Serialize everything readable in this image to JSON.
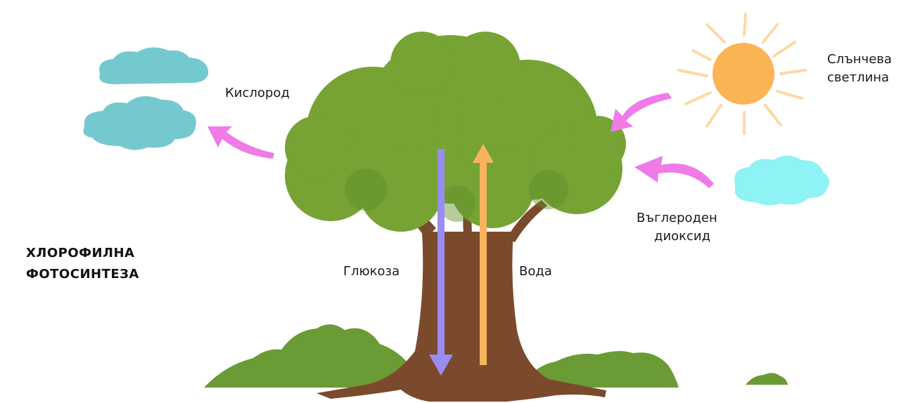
{
  "diagram": {
    "title_lines": [
      "ХЛОРОФИЛНА",
      "ФОТОСИНТЕЗА"
    ],
    "labels": {
      "oxygen": "Кислород",
      "sunlight_line1": "Слънчева",
      "sunlight_line2": "светлина",
      "co2_line1": "Въглероден",
      "co2_line2": "диоксид",
      "glucose": "Глюкоза",
      "water": "Вода"
    },
    "icons": {
      "sun": "sun-icon",
      "tree": "tree-icon",
      "clouds": "cloud-icon",
      "bushes": "bush-icon",
      "arrows": "arrow-icon"
    },
    "colors": {
      "canopy": "#76a334",
      "canopy_dark": "#5f8f2a",
      "trunk": "#7b4a2c",
      "sun": "#fbb454",
      "sun_rays": "#fcd9a4",
      "cloud_left": "#74c9cf",
      "cloud_right": "#8ff2f4",
      "pink_arrow": "#f07ae8",
      "glucose_arrow": "#9b8cf0",
      "water_arrow": "#f8b45c",
      "grass": "#6b9b35"
    }
  }
}
